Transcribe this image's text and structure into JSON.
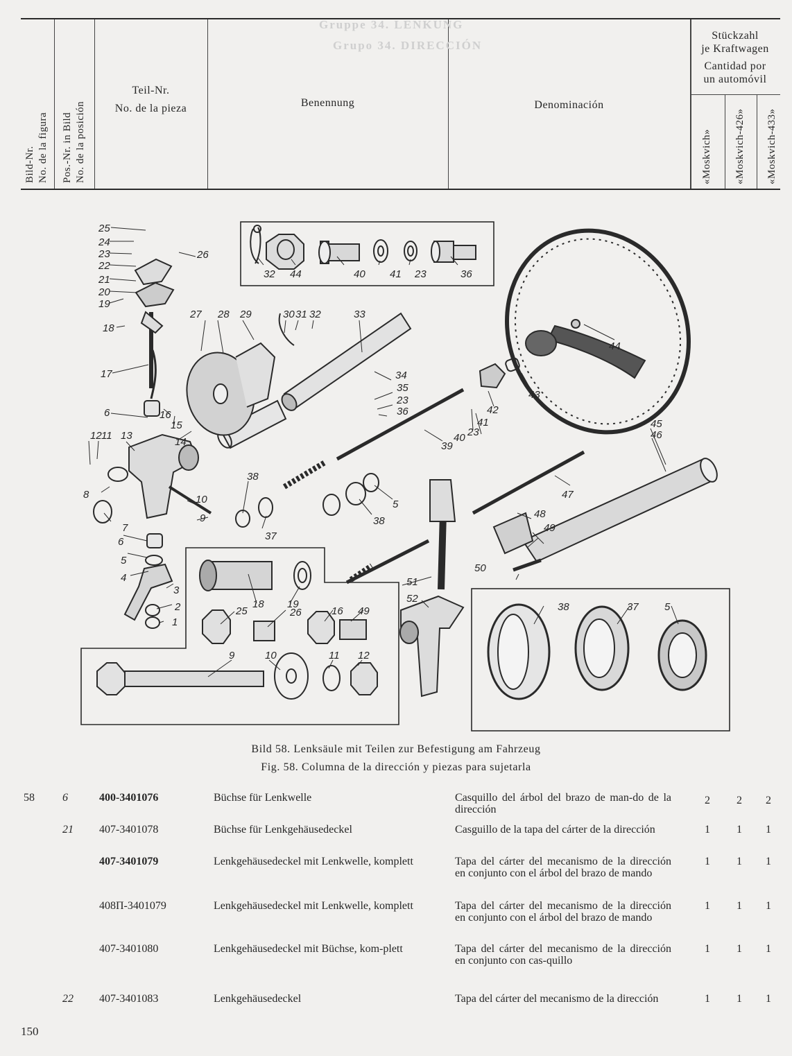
{
  "header": {
    "col_bild_nr_de": "Bild-Nr.",
    "col_bild_nr_es": "No. de la figura",
    "col_pos_de": "Pos.-Nr. in Bild",
    "col_pos_es": "No. de la posición",
    "col_teil_de": "Teil-Nr.",
    "col_teil_es": "No. de la pieza",
    "col_benennung": "Benennung",
    "col_denominacion": "Denominación",
    "qty_de_1": "Stückzahl",
    "qty_de_2": "je Kraftwagen",
    "qty_es_1": "Cantidad por",
    "qty_es_2": "un automóvil",
    "model_1": "«Moskvich»",
    "model_2": "«Moskvich-426»",
    "model_3": "«Moskvich-433»"
  },
  "figure": {
    "caption_de": "Bild 58. Lenksäule mit Teilen zur Befestigung am Fahrzeug",
    "caption_es": "Fig. 58. Columna de la dirección y piezas para sujetarla",
    "callouts": {
      "n1": "1",
      "n2": "2",
      "n3": "3",
      "n4": "4",
      "n5": "5",
      "n6": "6",
      "n7": "7",
      "n8": "8",
      "n9": "9",
      "n10": "10",
      "n11": "11",
      "n12": "12",
      "n13": "13",
      "n14": "14",
      "n15": "15",
      "n16": "16",
      "n17": "17",
      "n18": "18",
      "n19": "19",
      "n20": "20",
      "n21": "21",
      "n22": "22",
      "n23": "23",
      "n24": "24",
      "n25": "25",
      "n26": "26",
      "n27": "27",
      "n28": "28",
      "n29": "29",
      "n30": "30",
      "n31": "31",
      "n32": "32",
      "n33": "33",
      "n34": "34",
      "n35": "35",
      "n36": "36",
      "n37": "37",
      "n38": "38",
      "n39": "39",
      "n40": "40",
      "n41": "41",
      "n42": "42",
      "n43": "43",
      "n44": "44",
      "n45": "45",
      "n46": "46",
      "n47": "47",
      "n48": "48",
      "n49": "49",
      "n50": "50",
      "n51": "51",
      "n52": "52"
    }
  },
  "rows": [
    {
      "fig": "58",
      "pos": "6",
      "part": "400-3401076",
      "de": "Büchse für Lenkwelle",
      "es": "Casquillo del árbol del brazo de man-do de la dirección",
      "q1": "2",
      "q2": "2",
      "q3": "2"
    },
    {
      "fig": "",
      "pos": "21",
      "part": "407-3401078",
      "de": "Büchse für Lenkgehäusedeckel",
      "es": "Casguillo de la tapa del cárter de la dirección",
      "q1": "1",
      "q2": "1",
      "q3": "1"
    },
    {
      "fig": "",
      "pos": "",
      "part": "407-3401079",
      "de": "Lenkgehäusedeckel mit Lenkwelle, komplett",
      "es": "Tapa del cárter del mecanismo de la dirección en conjunto con el árbol del brazo de mando",
      "q1": "1",
      "q2": "1",
      "q3": "1"
    },
    {
      "fig": "",
      "pos": "",
      "part": "408П-3401079",
      "de": "Lenkgehäusedeckel mit Lenkwelle, komplett",
      "es": "Tapa del cárter del mecanismo de la dirección en conjunto con el árbol del brazo de mando",
      "q1": "1",
      "q2": "1",
      "q3": "1"
    },
    {
      "fig": "",
      "pos": "",
      "part": "407-3401080",
      "de": "Lenkgehäusedeckel mit Büchse, kom-plett",
      "es": "Tapa del cárter del mecanismo de la dirección en conjunto con cas-quillo",
      "q1": "1",
      "q2": "1",
      "q3": "1"
    },
    {
      "fig": "",
      "pos": "22",
      "part": "407-3401083",
      "de": "Lenkgehäusedeckel",
      "es": "Tapa del cárter del mecanismo de la dirección",
      "q1": "1",
      "q2": "1",
      "q3": "1"
    }
  ],
  "page_number": "150"
}
